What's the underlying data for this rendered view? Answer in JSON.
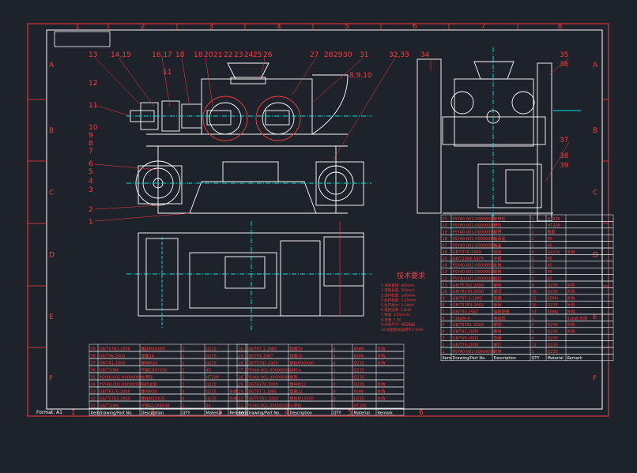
{
  "sheet": {
    "format_label": "Format: A1",
    "columns": [
      "1",
      "2",
      "3",
      "4",
      "5",
      "6",
      "7",
      "8"
    ],
    "rows": [
      "A",
      "B",
      "C",
      "D",
      "E",
      "F"
    ],
    "bottom_grid_labels": [
      "1",
      "2",
      "3",
      "4",
      "5",
      "6"
    ]
  },
  "callouts": [
    "13",
    "14,15",
    "16,17",
    "18",
    "18",
    "20",
    "21",
    "22",
    "23",
    "24",
    "25",
    "26",
    "27",
    "28",
    "29",
    "30",
    "31",
    "32,33",
    "34",
    "35",
    "36",
    "12",
    "11",
    "11",
    "10",
    "9",
    "8",
    "7",
    "6",
    "5",
    "4",
    "3",
    "2",
    "1",
    "8,9,10",
    "37",
    "38",
    "39"
  ],
  "tech_title": "技术要求",
  "tech_lines": [
    "1.滚筒直径: 400mm",
    "2.滚筒长度: 350mm",
    "3.进料粒度: ≤80mm",
    "4.出料粒度: 5-20mm",
    "5.生产能力: 5-10t/h",
    "6.电机功率: 11kW",
    "7.转速: 210r/min",
    "8.总重: 1.5t",
    "9.外形尺寸: 详见图纸",
    "10.装配后试运转不少于2h"
  ],
  "right_table": {
    "header": [
      "Item",
      "Drawing/Part No.",
      "Description",
      "QTY",
      "Material",
      "Remark"
    ],
    "rows": [
      [
        "21",
        "PSY40-001-00000000",
        "皮带轮",
        "1",
        "HT200",
        ""
      ],
      [
        "20",
        "PSY40-001-00000000",
        "带轮",
        "1",
        "HT200",
        ""
      ],
      [
        "19",
        "PSY40-001-00000000",
        "皮带",
        "1",
        "橡胶",
        ""
      ],
      [
        "18",
        "PSY40-001-00000000",
        "轴承座",
        "2",
        "45",
        ""
      ],
      [
        "17",
        "PSY40-001-00000000",
        "端盖",
        "2",
        "45",
        ""
      ],
      [
        "16",
        "GB/T276-1994",
        "轴承",
        "4",
        "GCr15",
        "外购"
      ],
      [
        "15",
        "GB/T1096-1979",
        "平键",
        "2",
        "45",
        ""
      ],
      [
        "14",
        "PSY40-001-00000000",
        "主轴",
        "2",
        "45",
        ""
      ],
      [
        "13",
        "PSY40-001-00000000",
        "辊筒",
        "2",
        "45",
        ""
      ],
      [
        "12",
        "PSY40-001-00000000",
        "齿轮",
        "2",
        "45",
        ""
      ],
      [
        "11",
        "GB/T5782-2000",
        "螺栓",
        "8",
        "Q235",
        "外购"
      ],
      [
        "10",
        "GB/T6170-2000",
        "螺母",
        "16",
        "Q235",
        "外购"
      ],
      [
        "9",
        "GB/T97.1-1985",
        "垫圈",
        "32",
        "65Mn",
        "外购"
      ],
      [
        "8",
        "GB/T5783-2000",
        "螺栓",
        "16",
        "Q235",
        "外购"
      ],
      [
        "7",
        "GB/T93-1987",
        "弹簧垫圈",
        "32",
        "65Mn",
        "外购"
      ],
      [
        "6",
        "Y160M-4",
        "电动机",
        "1",
        "",
        "11kW 外购"
      ],
      [
        "5",
        "GB/T5781-2000",
        "螺栓",
        "4",
        "Q235",
        "外购"
      ],
      [
        "4",
        "GB/T41-2000",
        "螺母",
        "4",
        "Q235",
        "外购"
      ],
      [
        "3",
        "GB/T95-2002",
        "垫圈",
        "4",
        "Q235",
        ""
      ],
      [
        "2",
        "GB/T70-2000",
        "螺钉",
        "12",
        "Q235",
        ""
      ],
      [
        "1",
        "PSY40-001-00000000",
        "机架",
        "1",
        "Q235",
        ""
      ]
    ]
  },
  "bottom_table": {
    "header": [
      "Item",
      "Drawing/Part No.",
      "Description",
      "QTY",
      "Material",
      "Remark"
    ],
    "left_rows": [
      [
        "39",
        "GB/T5782-2000",
        "螺栓M16X80",
        "2",
        "Q235",
        ""
      ],
      [
        "38",
        "GB/T96-2002",
        "垫圈16",
        "2",
        "Q235",
        ""
      ],
      [
        "37",
        "GB/T41-2000",
        "螺母M16",
        "2",
        "Q235",
        ""
      ],
      [
        "36",
        "GB/T1096",
        "平键C8X7X50",
        "2",
        "45",
        ""
      ],
      [
        "35",
        "PSY40-001-00000000",
        "大带轮",
        "1",
        "HT200",
        ""
      ],
      [
        "34",
        "PSY40-001-00000000",
        "电机支架",
        "1",
        "Q235",
        ""
      ],
      [
        "33",
        "GB/T6170-2000",
        "螺母M10",
        "4",
        "Q235",
        "外购"
      ],
      [
        "32",
        "GB/T5783-2000",
        "螺栓M10X35",
        "4",
        "Q235",
        "外购"
      ],
      [
        "31",
        "GB/T1096",
        "平键A10X8X45",
        "2",
        "45",
        ""
      ]
    ],
    "right_rows": [
      [
        "30",
        "GB/T97.1-1985",
        "垫圈10",
        "4",
        "65Mn",
        "外购"
      ],
      [
        "29",
        "GB/T93-1987",
        "垫圈10",
        "4",
        "65Mn",
        "外购"
      ],
      [
        "28",
        "GB/T5782-2000",
        "螺栓M10X40",
        "4",
        "Q235",
        "外购"
      ],
      [
        "27",
        "PSY40-001-00000000",
        "进料斗",
        "1",
        "Q235",
        ""
      ],
      [
        "26",
        "PSY40-001-00000000",
        "罩壳",
        "1",
        "Q235",
        ""
      ],
      [
        "25",
        "GB/T6170-2000",
        "螺母M12",
        "8",
        "Q235",
        "外购"
      ],
      [
        "24",
        "GB/T97.1-1985",
        "垫圈12",
        "8",
        "65Mn",
        "外购"
      ],
      [
        "23",
        "GB/T5782-2000",
        "螺栓M12X50",
        "8",
        "Q235",
        "外购"
      ],
      [
        "22",
        "PSY40-001-00000000",
        "小带轮",
        "1",
        "HT200",
        ""
      ]
    ]
  }
}
